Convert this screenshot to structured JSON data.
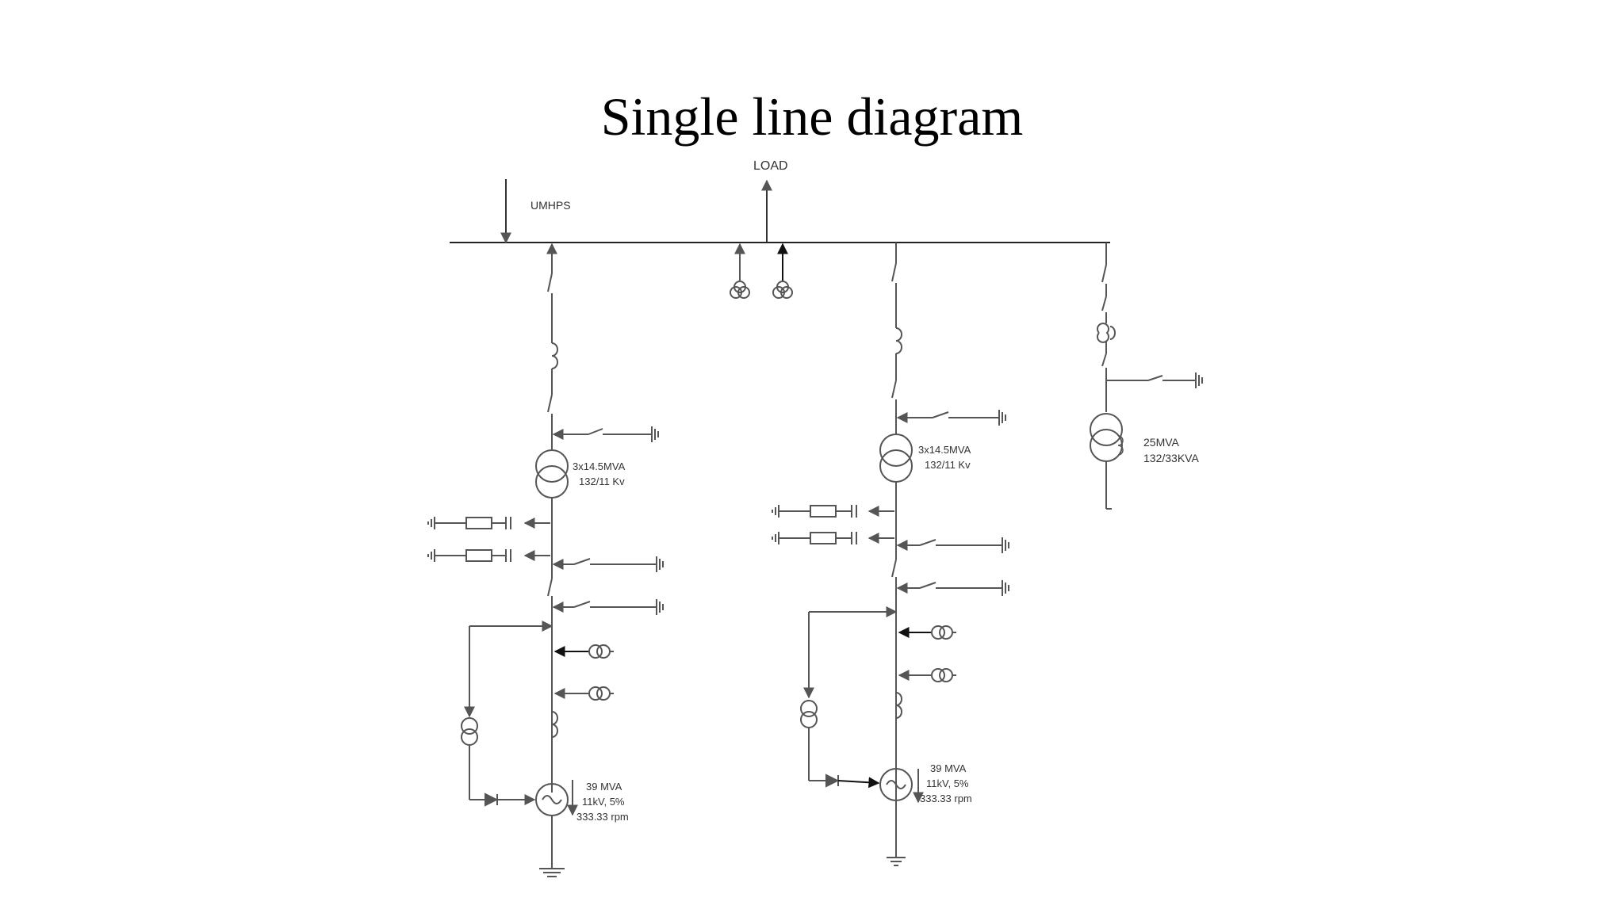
{
  "title": "Single line diagram",
  "labels": {
    "source": "UMHPS",
    "load": "LOAD"
  },
  "unit_left": {
    "transformer_rating": "3x14.5MVA",
    "transformer_voltage": "132/11 Kv",
    "generator_rating": "39 MVA",
    "generator_voltage": "11kV, 5%",
    "generator_speed": "333.33 rpm"
  },
  "unit_right": {
    "transformer_rating": "3x14.5MVA",
    "transformer_voltage": "132/11 Kv",
    "generator_rating": "39 MVA",
    "generator_voltage": "11kV, 5%",
    "generator_speed": "333.33 rpm"
  },
  "feeder_33kv": {
    "transformer_rating": "25MVA",
    "transformer_voltage": "132/33KVA"
  },
  "colors": {
    "line": "#555555",
    "text": "#333333"
  }
}
